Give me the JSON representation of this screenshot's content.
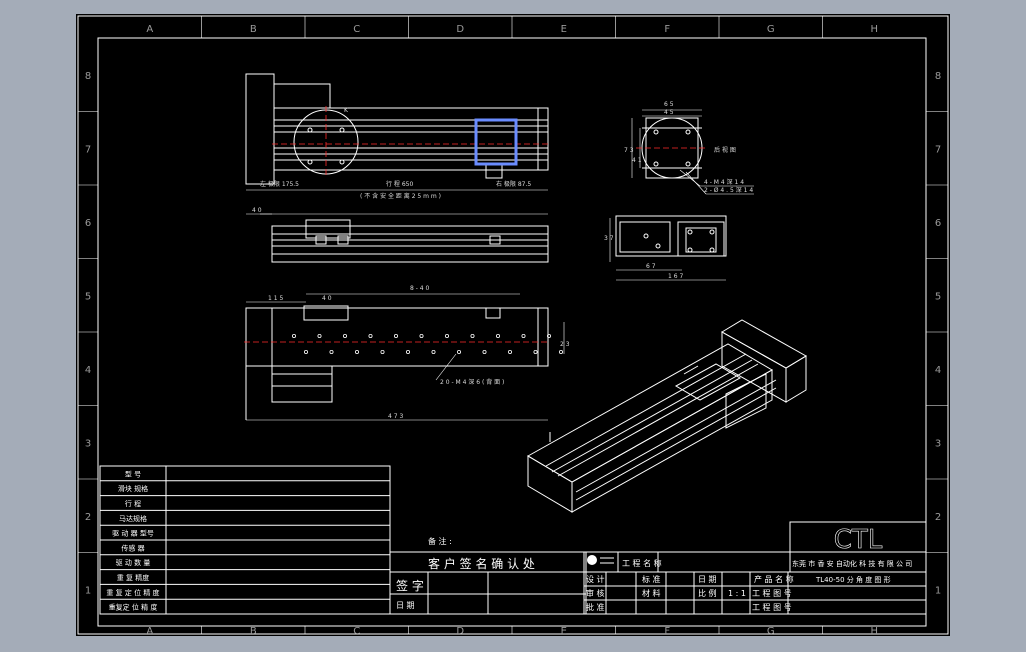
{
  "colors": {
    "background": "#a4acb8",
    "sheet": "#000000",
    "lines": "#ffffff",
    "zone_text": "#9a9a9a",
    "centerline": "#ff2a2a",
    "highlight": "#6a8cff"
  },
  "zones": {
    "columns": [
      "A",
      "B",
      "C",
      "D",
      "E",
      "F",
      "G",
      "H"
    ],
    "rows": [
      "8",
      "7",
      "6",
      "5",
      "4",
      "3",
      "2",
      "1"
    ]
  },
  "drawing": {
    "top_dims": {
      "d1": "左 极限 175.5",
      "d2": "行 程 650",
      "d3": "右 极限 87.5",
      "note": "( 不 含 安 全 距 离 2 5 m m )",
      "k": "K"
    },
    "side_dims": {
      "w": "4 0"
    },
    "plan_dims": {
      "left": "1 1 5",
      "mid": "4 0",
      "span": "8 - 4 0",
      "right": "2 3",
      "holes": "2 0 - M 4 深 6 ( 背 面 )",
      "total": "4 7 3"
    },
    "end_view": {
      "w1": "6 5",
      "w2": "4 5",
      "label": "后 视 图",
      "h1": "7 3",
      "h2": "4 1",
      "note1": "4 - M 4 深 1 4",
      "note2": "2 - Ø 4 . 5 深 1 4"
    },
    "motor_view": {
      "w1": "6 7",
      "w2": "1 6 7",
      "h": "3 7"
    }
  },
  "title_block": {
    "rows": [
      "型 号",
      "滑块 规格",
      "行 程",
      "马达规格",
      "驱 动 器 型号",
      "传感 器",
      "驱 动 数 量",
      "重 复 精度",
      "重 复 定 位 精 度",
      "重复定 位 精 度"
    ],
    "remark_label": "备 注 :",
    "customer_confirm": "客 户 签 名 确 认 处",
    "sign_label": "签 字",
    "date_label": "日 期",
    "company_block_label": "工 程 名 称",
    "ctl_logo": "CTL",
    "company_name": "东莞 市 香 安 自动化 科 技 有 限 公 司",
    "product_name": "TL40-50 分 角 度 图 形",
    "design_label": "设 计",
    "check_label": "审 核",
    "approve_label": "批 准",
    "std_label": "标 准",
    "material_label": "材 料",
    "scale_label": "比 例",
    "scale_value": "1 : 1",
    "mark1": "日 期",
    "product_label": "产 品 名 称",
    "drawing_no_label": "工 程 图 号",
    "doc_no_label": "工 程 图 号"
  }
}
